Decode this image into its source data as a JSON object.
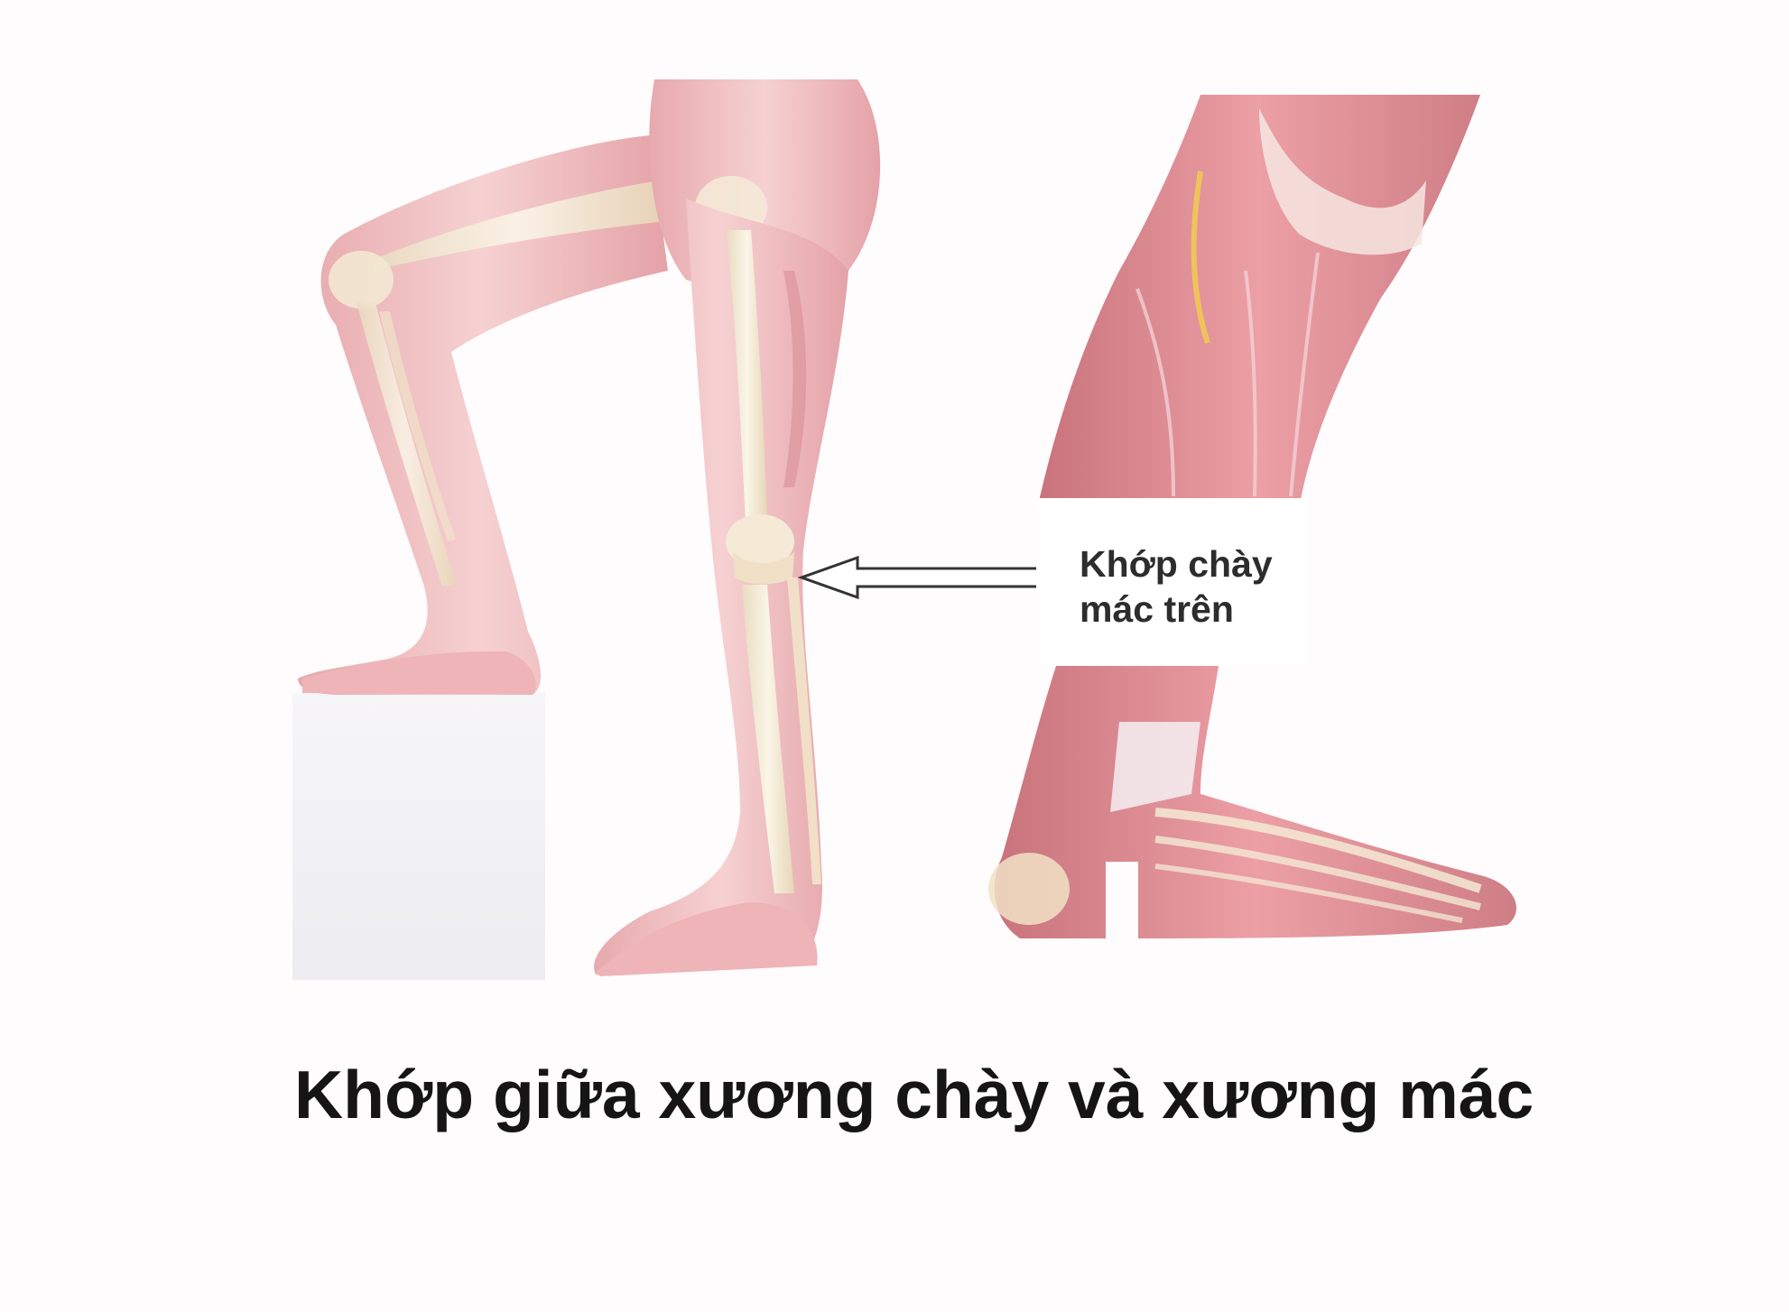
{
  "callout": {
    "line1": "Khớp chày",
    "line2": "mác trên"
  },
  "caption": "Khớp giữa xương chày và xương mác",
  "colors": {
    "background": "#fefcfd",
    "skin": "#f0c2c4",
    "muscle": "#d98a92",
    "bone": "#f4ead6",
    "text": "#151515"
  }
}
